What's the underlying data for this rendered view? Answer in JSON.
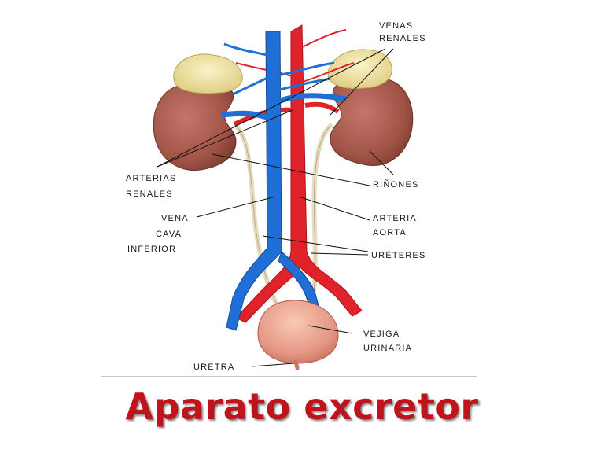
{
  "title": "Aparato excretor",
  "labels": {
    "venas_renales_1": "VENAS",
    "venas_renales_2": "RENALES",
    "arterias_renales_1": "ARTERIAS",
    "arterias_renales_2": "RENALES",
    "rinones": "RIÑONES",
    "vena_cava_1": "VENA",
    "vena_cava_2": "CAVA",
    "vena_cava_3": "INFERIOR",
    "arteria_aorta_1": "ARTERIA",
    "arteria_aorta_2": "AORTA",
    "ureteres": "URÉTERES",
    "vejiga_1": "VEJIGA",
    "vejiga_2": "URINARIA",
    "uretra": "URETRA"
  },
  "colors": {
    "vein": "#1f6fd6",
    "artery": "#e0232a",
    "kidney": "#a85a4c",
    "adrenal": "#f2e6a6",
    "ureter": "#e8dcc0",
    "bladder": "#e9a08c",
    "title": "#c0141c"
  }
}
